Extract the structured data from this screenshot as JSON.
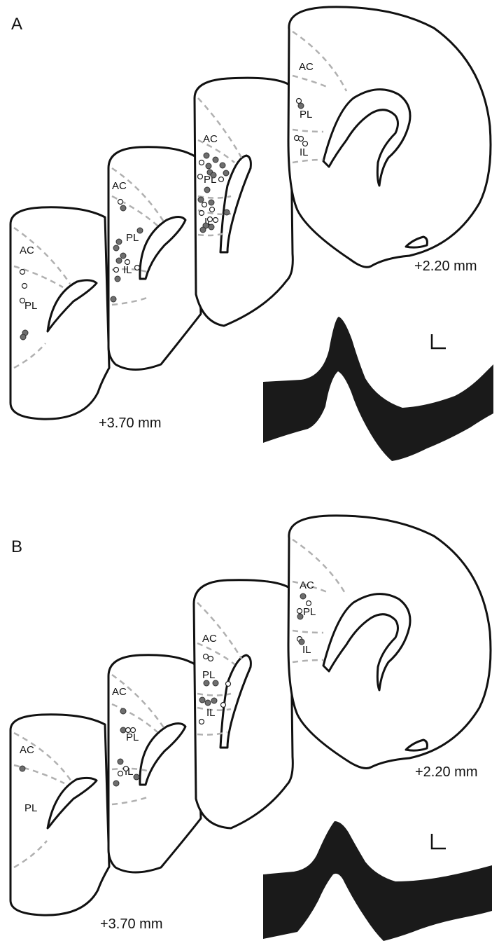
{
  "panels": [
    {
      "label": "A",
      "coord_front": "+3.70 mm",
      "coord_back": "+2.20 mm",
      "sections": [
        {
          "regions": [
            "AC",
            "PL"
          ]
        },
        {
          "regions": [
            "AC",
            "PL",
            "IL"
          ]
        },
        {
          "regions": [
            "AC",
            "PL",
            "IL"
          ]
        },
        {
          "regions": [
            "AC",
            "PL",
            "IL"
          ]
        }
      ]
    },
    {
      "label": "B",
      "coord_front": "+3.70 mm",
      "coord_back": "+2.20 mm",
      "sections": [
        {
          "regions": [
            "AC",
            "PL"
          ]
        },
        {
          "regions": [
            "AC",
            "PL",
            "IL"
          ]
        },
        {
          "regions": [
            "AC",
            "PL",
            "IL"
          ]
        },
        {
          "regions": [
            "AC",
            "PL",
            "IL"
          ]
        }
      ]
    }
  ],
  "colors": {
    "filled_dot": "#6e6e6e",
    "open_dot": "#ffffff",
    "boundary": "#b0b0b0",
    "waveform": "#1a1a1a"
  }
}
